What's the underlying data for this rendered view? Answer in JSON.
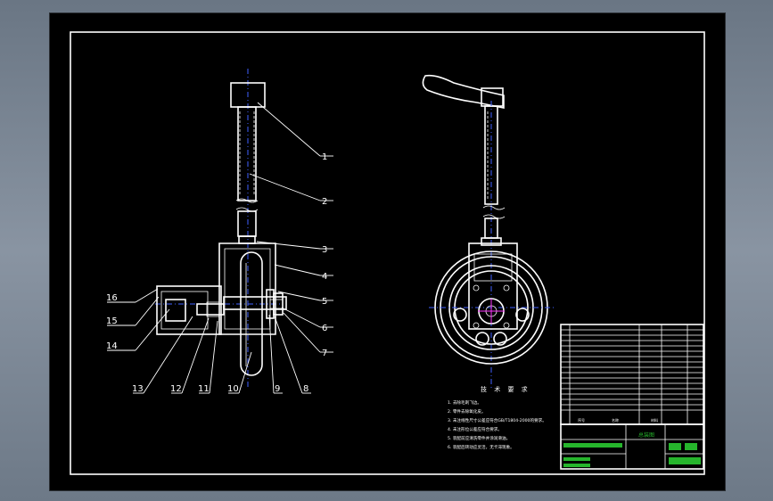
{
  "part_numbers": [
    "1",
    "2",
    "3",
    "4",
    "5",
    "6",
    "7",
    "8",
    "9",
    "10",
    "11",
    "12",
    "13",
    "14",
    "15",
    "16"
  ],
  "technical_requirements": {
    "title": "技 术 要 求",
    "lines": [
      "1. 去除毛刺飞边。",
      "2. 零件去除氧化皮。",
      "3. 未注线性尺寸公差应符合GB/T1804-2000的要求。",
      "4. 未注形位公差应符合要求。",
      "5. 装配前应清洗零件并涂润滑油。",
      "6. 装配后转动应灵活，无卡滞现象。"
    ]
  },
  "title_block": {
    "header_cols": [
      "序号",
      "名称",
      "材料"
    ],
    "drawing_name": "总装图"
  },
  "colors": {
    "background": "#000000",
    "line": "#ffffff",
    "centerline": "#4060ff",
    "dimension": "#ff33ff",
    "title_text": "#26b52c"
  }
}
